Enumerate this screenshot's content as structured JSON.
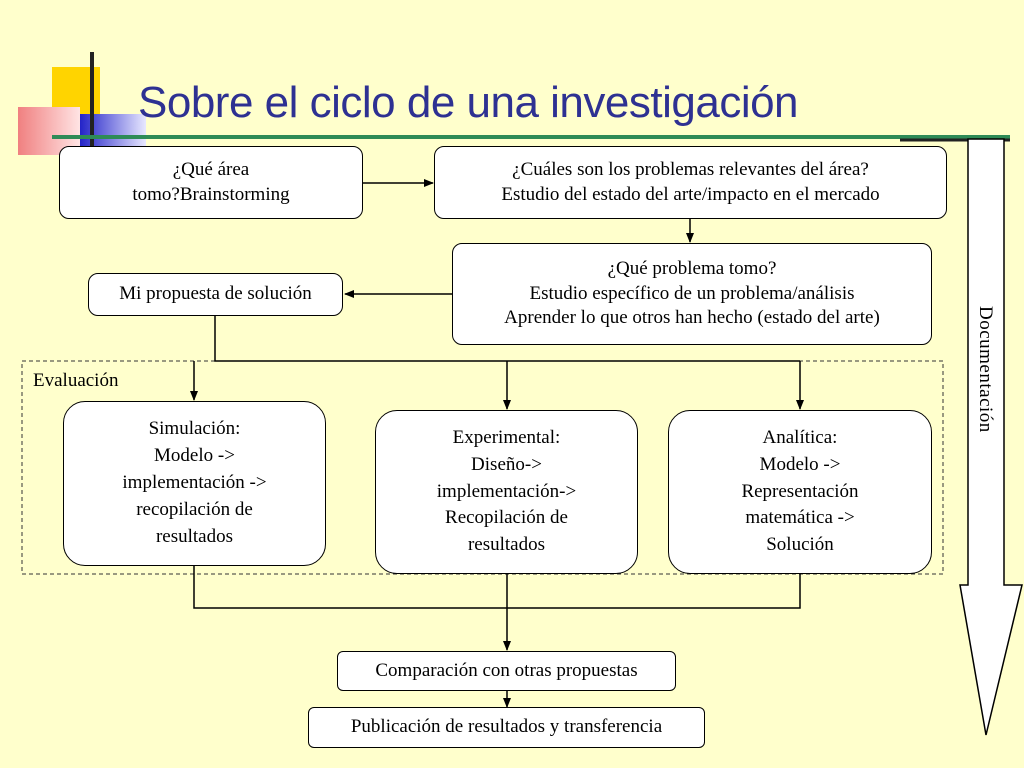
{
  "title": "Sobre el ciclo de una investigación",
  "colors": {
    "background": "#FFFFCC",
    "title": "#2E3192",
    "deco_yellow": "#FFD700",
    "deco_red": "#F4A0A0",
    "deco_blue": "#3333CC",
    "deco_green": "#2E8B57"
  },
  "boxes": {
    "area": [
      "¿Qué área",
      "tomo?Brainstorming"
    ],
    "problemas": [
      "¿Cuáles son los problemas relevantes del área?",
      "Estudio del estado del arte/impacto en el mercado"
    ],
    "problema": [
      "¿Qué problema tomo?",
      "Estudio específico de un problema/análisis",
      "Aprender lo que otros han hecho (estado del arte)"
    ],
    "propuesta": [
      "Mi propuesta de solución"
    ],
    "simulacion": [
      "Simulación:",
      "Modelo ->",
      "implementación ->",
      "recopilación de",
      "resultados"
    ],
    "experimental": [
      "Experimental:",
      "Diseño->",
      "implementación->",
      "Recopilación de",
      "resultados"
    ],
    "analitica": [
      "Analítica:",
      "Modelo ->",
      "Representación",
      "matemática ->",
      "Solución"
    ],
    "comparacion": [
      "Comparación con otras propuestas"
    ],
    "publicacion": [
      "Publicación de resultados y transferencia"
    ]
  },
  "evaluation_label": "Evaluación",
  "documentation_label": "Documentación"
}
